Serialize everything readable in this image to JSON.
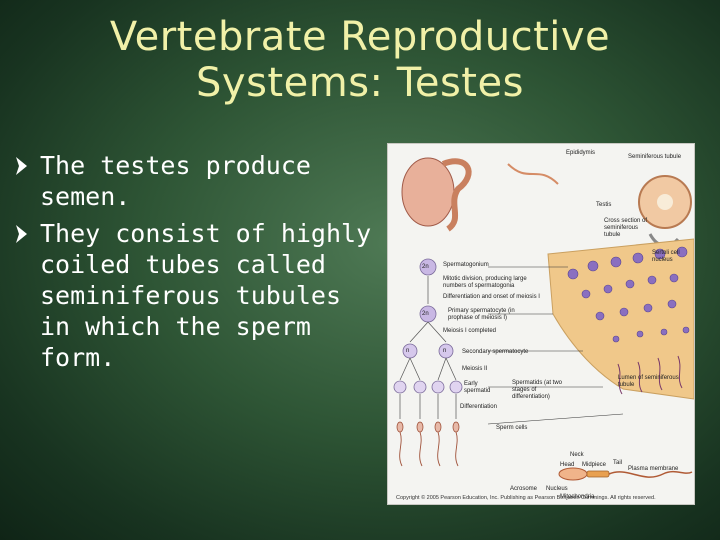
{
  "slide": {
    "title_line1": "Vertebrate Reproductive",
    "title_line2": "Systems:  Testes",
    "colors": {
      "title": "#f1f1a8",
      "text": "#ffffff",
      "background": "#2e5535"
    },
    "bullet_icon": "arrow-bullet-icon",
    "bullets": [
      "The testes produce semen.",
      "They consist of highly coiled tubes called seminiferous tubules in which the sperm form."
    ]
  },
  "figure": {
    "labels": {
      "epididymis": "Epididymis",
      "seminiferous_tubule": "Seminiferous tubule",
      "testis": "Testis",
      "cross_section": "Cross section of seminiferous tubule",
      "spermatogonium": "Spermatogonium",
      "mitotic": "Mitotic division, producing large numbers of spermatogonia",
      "differentiation_meiosis": "Differentiation and onset of meiosis I",
      "primary_spermatocyte": "Primary spermatocyte (in prophase of meiosis I)",
      "meiosis_i": "Meiosis I completed",
      "secondary_spermatocyte": "Secondary spermatocyte",
      "meiosis_ii": "Meiosis II",
      "early_spermatid": "Early spermatid",
      "spermatids": "Spermatids (at two stages of differentiation)",
      "differentiation": "Differentiation",
      "sperm_cells": "Sperm cells",
      "sertoli": "Sertoli cell nucleus",
      "lumen": "Lumen of seminiferous tubule",
      "neck": "Neck",
      "head": "Head",
      "midpiece": "Midpiece",
      "tail": "Tail",
      "plasma_membrane": "Plasma membrane",
      "acrosome": "Acrosome",
      "nucleus": "Nucleus",
      "mitochondria": "Mitochondria",
      "ploidy_2n": "2n",
      "ploidy_n": "n"
    },
    "copyright": "Copyright © 2005 Pearson Education, Inc. Publishing as Pearson Benjamin Cummings. All rights reserved."
  }
}
